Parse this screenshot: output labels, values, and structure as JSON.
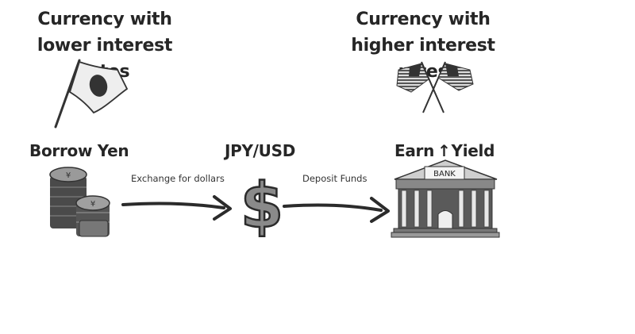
{
  "headings": {
    "lower": "Currency with lower interest rates",
    "higher": "Currency with higher interest rates"
  },
  "nodes": {
    "borrow": "Borrow Yen",
    "pair": "JPY/USD",
    "earn_prefix": "Earn",
    "earn_arrow": "↑",
    "earn_suffix": "Yield"
  },
  "steps": {
    "exchange": "Exchange for dollars",
    "deposit": "Deposit Funds"
  },
  "icons": {
    "coin_symbol": "¥",
    "dollar_symbol": "$",
    "bank_sign": "BANK"
  }
}
